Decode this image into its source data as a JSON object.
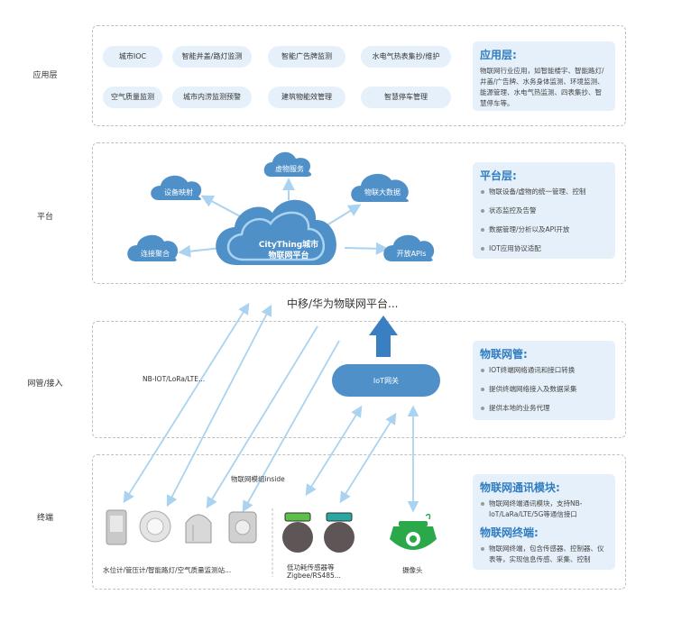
{
  "layers": {
    "application": "应用层",
    "platform": "平台",
    "network": "网管/接入",
    "terminal": "终端"
  },
  "app_items": [
    "城市IOC",
    "智能井盖/路灯监测",
    "智能广告牌监测",
    "水电气热表集抄/维护",
    "空气质量监测",
    "城市内涝监测预警",
    "建筑物能效管理",
    "智慧停车管理"
  ],
  "app_panel": {
    "title": "应用层:",
    "text": "物联网行业应用，如智能楼宇、智能路灯/井盖/广告牌、水务身体监测、环境监测、能源管理、水电气热监测、四表集抄、智慧停车等。"
  },
  "platform": {
    "center_line1": "CityThing城市",
    "center_line2": "物联网平台",
    "clouds": [
      "虚物服务",
      "设备映射",
      "物联大数据",
      "连接聚合",
      "开放APIs"
    ]
  },
  "platform_panel": {
    "title": "平台层:",
    "bullets": [
      "物联设备/虚物的统一管理、控制",
      "状态监控及告警",
      "数据管理/分析以及API开放",
      "IOT应用协议适配"
    ]
  },
  "ext_platform": "中移/华为物联网平台...",
  "network": {
    "protocol_label": "NB-IOT/LoRa/LTE...",
    "gateway": "IoT网关"
  },
  "network_panel": {
    "title": "物联网管:",
    "bullets": [
      "IOT终端网络通讯和接口转换",
      "提供终端网络接入及数据采集",
      "提供本地的业务代理"
    ]
  },
  "terminal": {
    "module_label": "物联网模组inside",
    "group1_caption": "水位计/管压计/智能路灯/空气质量监测站...",
    "group2_caption_line1": "低功耗传感器等",
    "group2_caption_line2": "Zigbee/RS485...",
    "camera_caption": "摄像头"
  },
  "terminal_panel": {
    "title1": "物联网通讯模块:",
    "bullets1": [
      "物联网终端通讯模块，支持NB-IoT/LaRa/LTE/5G等通信接口"
    ],
    "title2": "物联网终端:",
    "bullets2": [
      "物联网终端，包含传感器、控制器、仪表等，实现信息传感、采集、控制"
    ]
  },
  "colors": {
    "accent": "#2f7cc1",
    "cloud": "#4f90c8",
    "pill_bg": "#e6f0fa",
    "arrow": "#a9d3f0",
    "up_arrow": "#3a7fc1"
  }
}
